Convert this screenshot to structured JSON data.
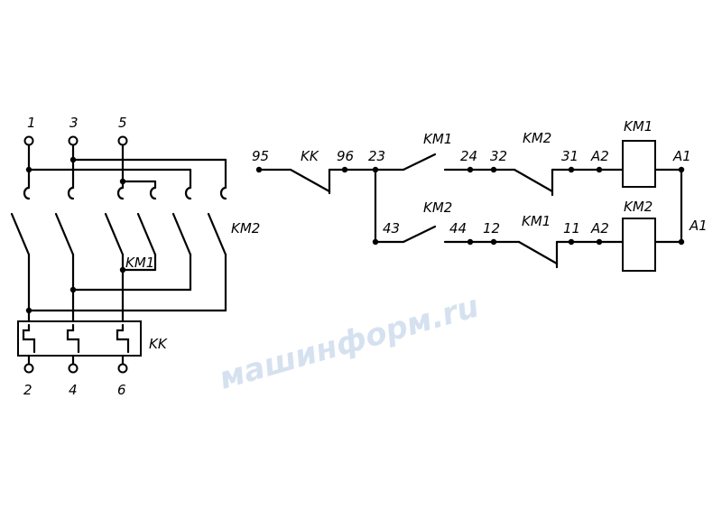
{
  "watermark": "машинформ.ru",
  "power_terminals_top": [
    "1",
    "3",
    "5"
  ],
  "power_terminals_bottom": [
    "2",
    "4",
    "6"
  ],
  "labels": {
    "km2_power": "KM2",
    "km1_power": "KM1",
    "overload_relay": "KK",
    "t95": "95",
    "kk_contact": "KK",
    "t96": "96",
    "t23": "23",
    "km1_contact_top": "KM1",
    "t24": "24",
    "t32": "32",
    "km2_contact_top": "KM2",
    "t31": "31",
    "a2_top": "A2",
    "coil_km1": "KM1",
    "a1_top": "A1",
    "t43": "43",
    "km2_contact_mid": "KM2",
    "t44": "44",
    "t12": "12",
    "km1_contact_bot": "KM1",
    "t11": "11",
    "a2_bot": "A2",
    "coil_km2": "KM2",
    "a1_bot": "A1"
  }
}
